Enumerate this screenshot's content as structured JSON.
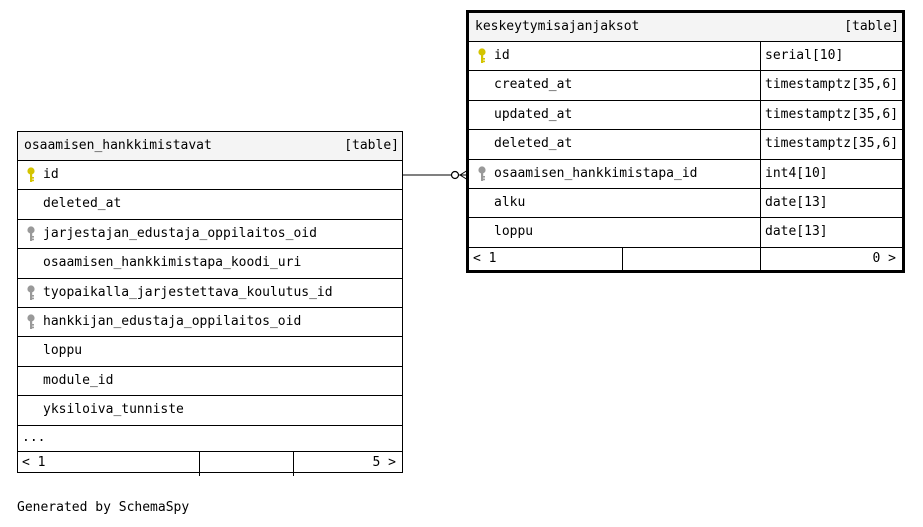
{
  "tables": {
    "left": {
      "name": "osaamisen_hankkimistavat",
      "kind": "[table]",
      "columns": [
        {
          "name": "id",
          "key": "primary"
        },
        {
          "name": "deleted_at",
          "key": "none"
        },
        {
          "name": "jarjestajan_edustaja_oppilaitos_oid",
          "key": "foreign"
        },
        {
          "name": "osaamisen_hankkimistapa_koodi_uri",
          "key": "none"
        },
        {
          "name": "tyopaikalla_jarjestettava_koulutus_id",
          "key": "foreign"
        },
        {
          "name": "hankkijan_edustaja_oppilaitos_oid",
          "key": "foreign"
        },
        {
          "name": "loppu",
          "key": "none"
        },
        {
          "name": "module_id",
          "key": "none"
        },
        {
          "name": "yksiloiva_tunniste",
          "key": "none"
        }
      ],
      "more": "...",
      "footer": {
        "left": "< 1",
        "right": "5 >"
      }
    },
    "right": {
      "name": "keskeytymisajanjaksot",
      "kind": "[table]",
      "columns": [
        {
          "name": "id",
          "type": "serial[10]",
          "key": "primary"
        },
        {
          "name": "created_at",
          "type": "timestamptz[35,6]",
          "key": "none"
        },
        {
          "name": "updated_at",
          "type": "timestamptz[35,6]",
          "key": "none"
        },
        {
          "name": "deleted_at",
          "type": "timestamptz[35,6]",
          "key": "none"
        },
        {
          "name": "osaamisen_hankkimistapa_id",
          "type": "int4[10]",
          "key": "foreign"
        },
        {
          "name": "alku",
          "type": "date[13]",
          "key": "none"
        },
        {
          "name": "loppu",
          "type": "date[13]",
          "key": "none"
        }
      ],
      "footer": {
        "left": "< 1",
        "right": "0 >"
      }
    }
  },
  "colors": {
    "primary_key": "#d4c400",
    "foreign_key": "#999999",
    "header_bg": "#f4f4f4"
  },
  "generated_by": "Generated by SchemaSpy"
}
